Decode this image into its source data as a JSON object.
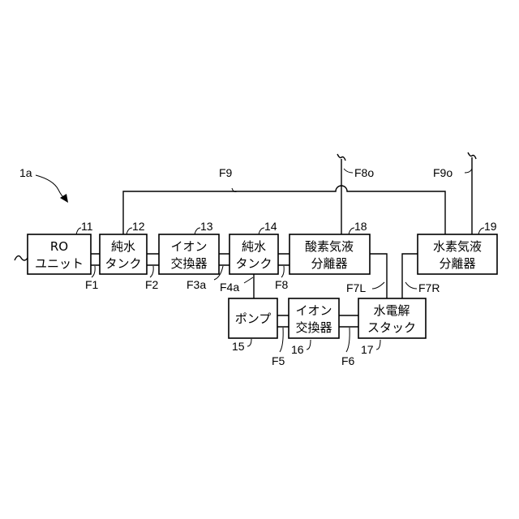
{
  "system": {
    "label": "1a"
  },
  "blocks": {
    "ro_unit": {
      "line1": "RO",
      "line2": "ユニット",
      "ref": "11"
    },
    "pure_water_tank_1": {
      "line1": "純水",
      "line2": "タンク",
      "ref": "12"
    },
    "ion_exchanger_1": {
      "line1": "イオン",
      "line2": "交換器",
      "ref": "13"
    },
    "pure_water_tank_2": {
      "line1": "純水",
      "line2": "タンク",
      "ref": "14"
    },
    "oxygen_separator": {
      "line1": "酸素気液",
      "line2": "分離器",
      "ref": "18"
    },
    "hydrogen_separator": {
      "line1": "水素気液",
      "line2": "分離器",
      "ref": "19"
    },
    "pump": {
      "line1": "ポンプ",
      "ref": "15"
    },
    "ion_exchanger_2": {
      "line1": "イオン",
      "line2": "交換器",
      "ref": "16"
    },
    "electrolysis_stack": {
      "line1": "水電解",
      "line2": "スタック",
      "ref": "17"
    }
  },
  "flows": {
    "f1": "F1",
    "f2": "F2",
    "f3a": "F3a",
    "f4a": "F4a",
    "f5": "F5",
    "f6": "F6",
    "f7l": "F7L",
    "f7r": "F7R",
    "f8": "F8",
    "f8o": "F8o",
    "f9": "F9",
    "f9o": "F9o"
  }
}
